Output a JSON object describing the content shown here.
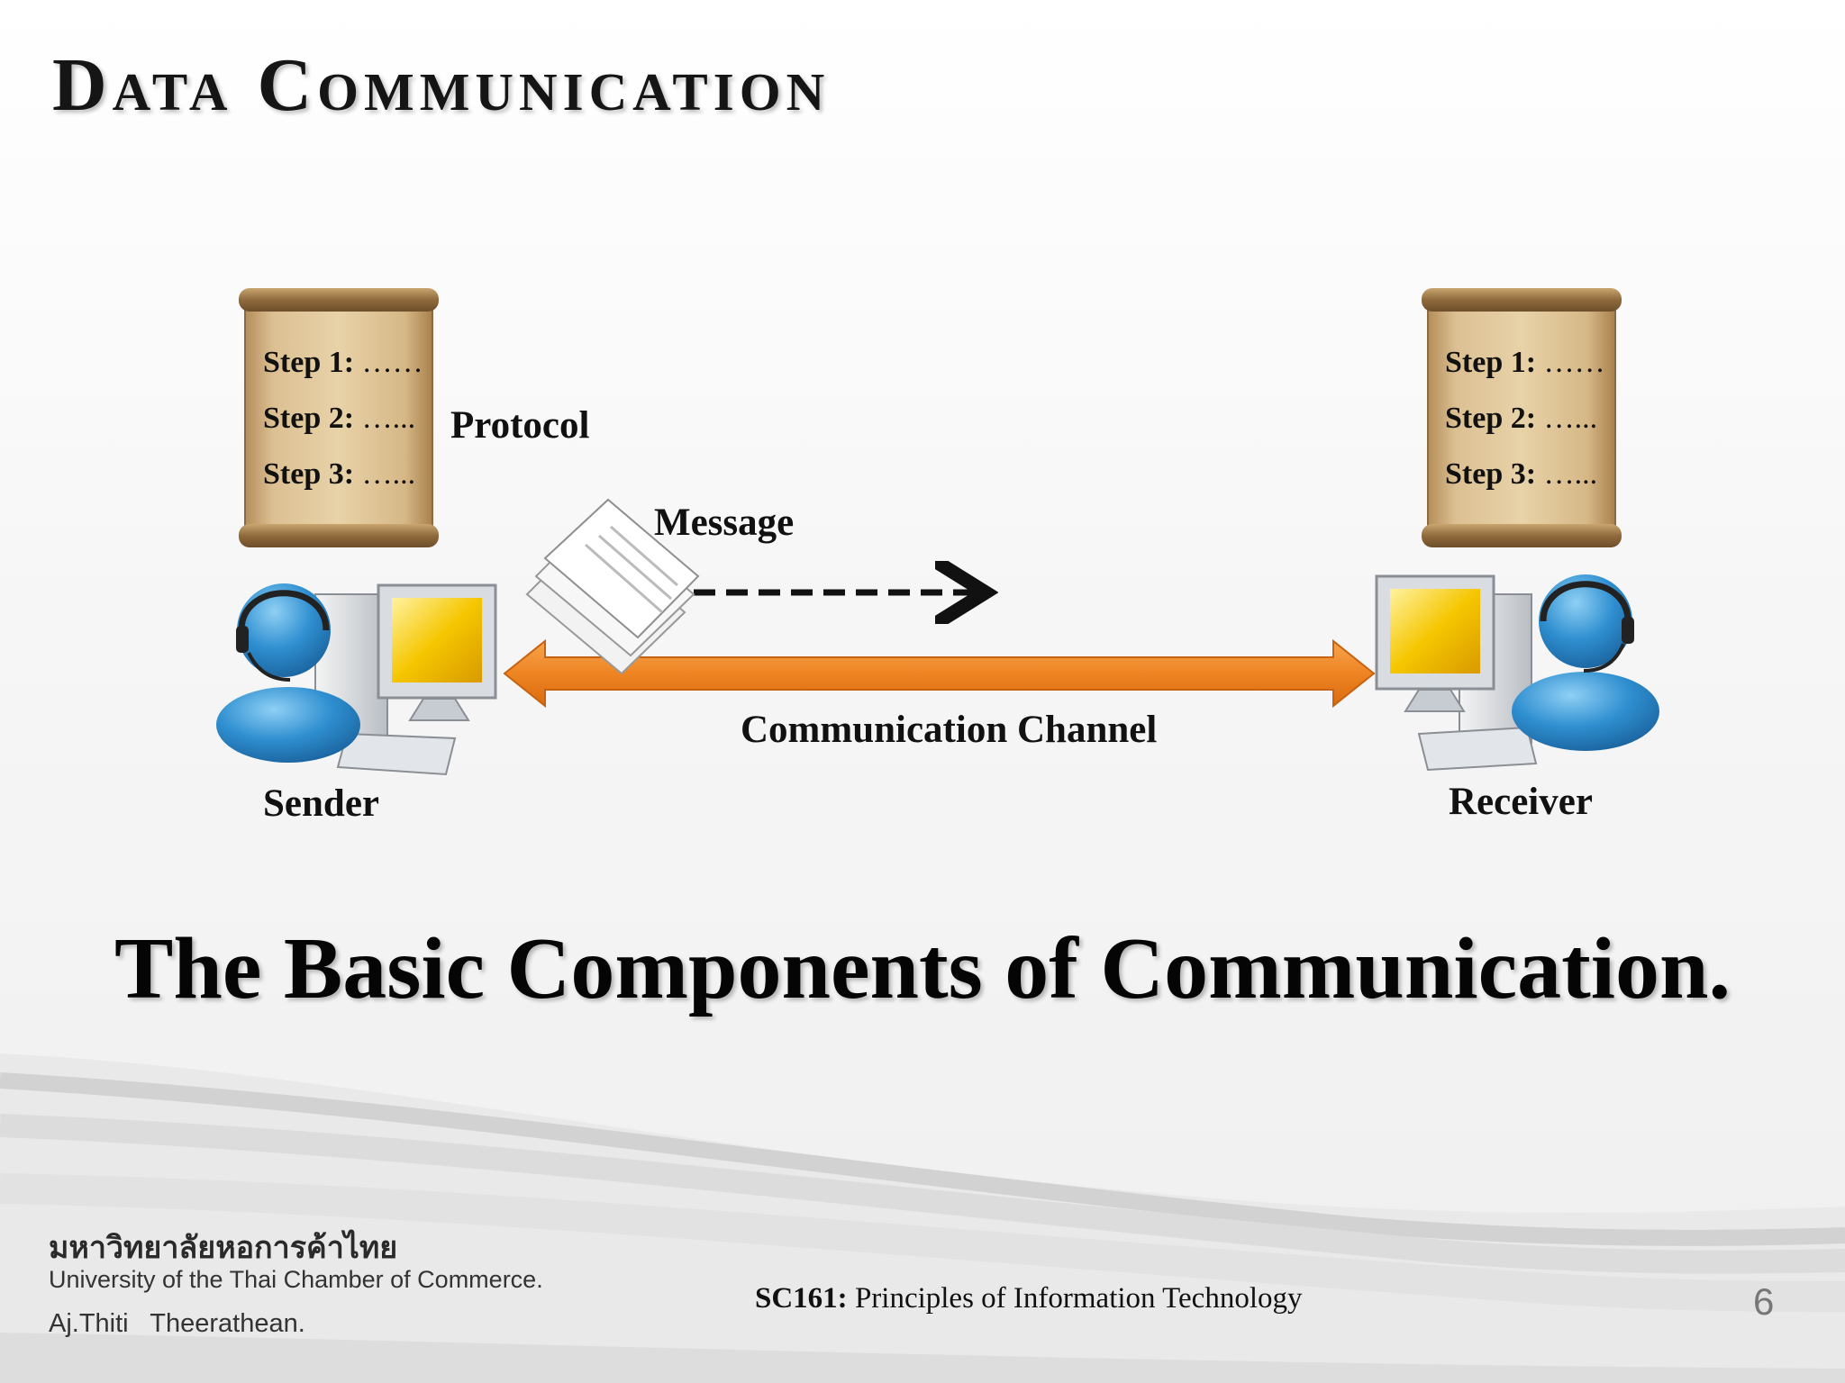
{
  "slide": {
    "title": "Data Communication",
    "caption": "The Basic Components of Communication."
  },
  "diagram": {
    "protocol_label": "Protocol",
    "message_label": "Message",
    "channel_label": "Communication Channel",
    "sender_label": "Sender",
    "receiver_label": "Receiver",
    "sender_scroll": [
      {
        "step": "Step 1:",
        "dots": "……"
      },
      {
        "step": "Step 2:",
        "dots": "…..."
      },
      {
        "step": "Step 3:",
        "dots": "…..."
      }
    ],
    "receiver_scroll": [
      {
        "step": "Step 1:",
        "dots": "……"
      },
      {
        "step": "Step 2:",
        "dots": "…..."
      },
      {
        "step": "Step 3:",
        "dots": "…..."
      }
    ],
    "icons": {
      "sender": "person-with-headset-at-computer-icon",
      "receiver": "person-with-headset-at-computer-icon",
      "message": "paper-stack-icon",
      "protocol": "parchment-scroll-icon"
    },
    "colors": {
      "channel_arrow": "#F08A2A",
      "person": "#2F8FD0",
      "monitor_screen": "#F5C600",
      "scroll": "#D8B98A"
    }
  },
  "footer": {
    "university_thai": "มหาวิทยาลัยหอการค้าไทย",
    "university_en": "University of the Thai Chamber of Commerce.",
    "author": "Aj.Thiti   Theerathean.",
    "course_code": "SC161:",
    "course_name": " Principles of Information Technology",
    "page_number": "6"
  }
}
